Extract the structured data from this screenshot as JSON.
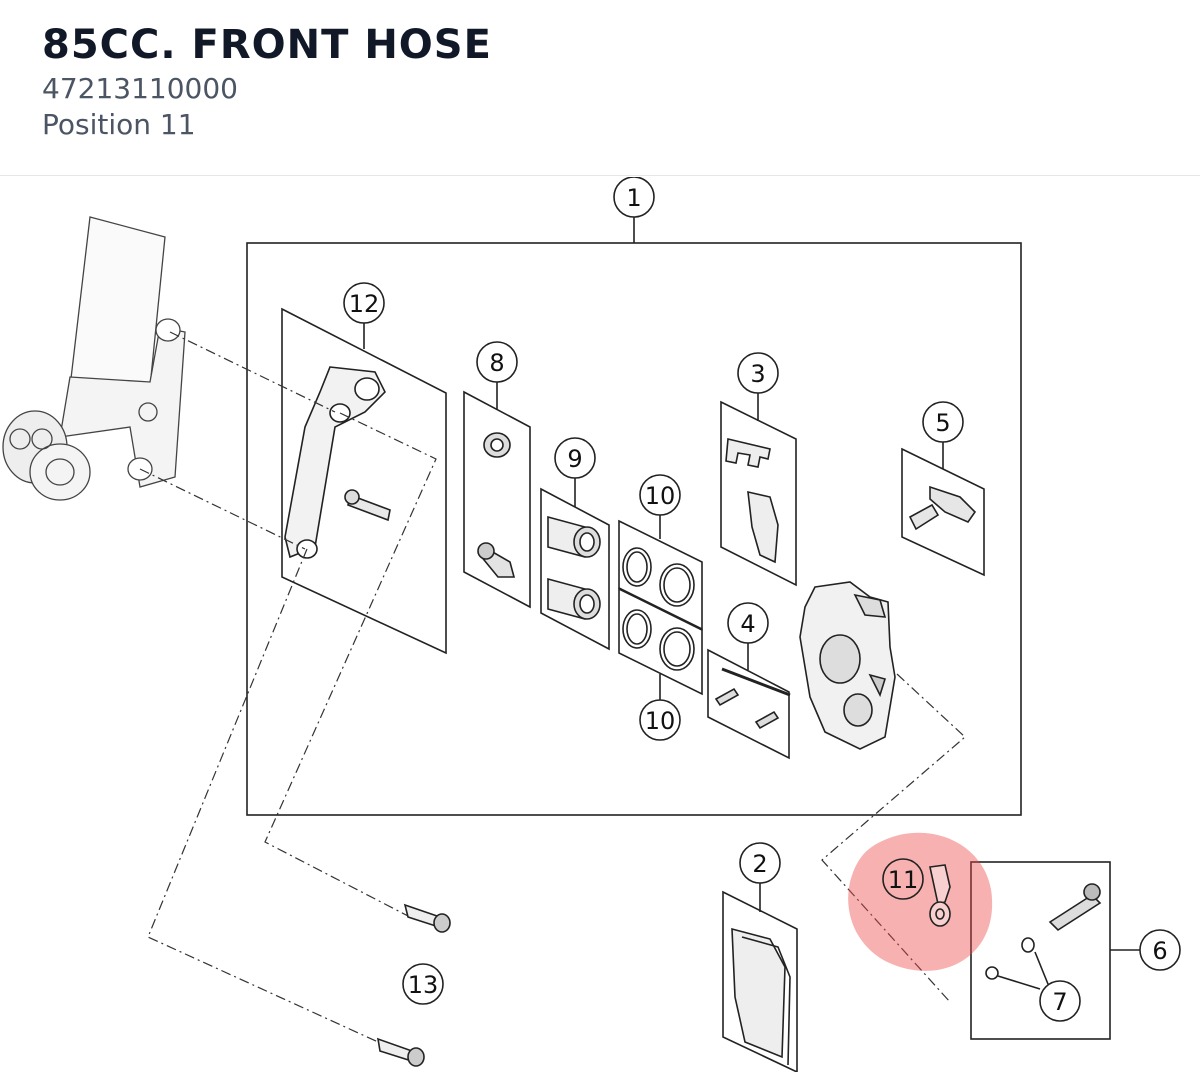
{
  "header": {
    "title": "85CC. FRONT HOSE",
    "part_number": "47213110000",
    "position_label": "Position 11"
  },
  "diagram": {
    "highlight_color": "#ef4444",
    "callouts": [
      {
        "key": "c1",
        "label": "1"
      },
      {
        "key": "c12",
        "label": "12"
      },
      {
        "key": "c8",
        "label": "8"
      },
      {
        "key": "c3",
        "label": "3"
      },
      {
        "key": "c5",
        "label": "5"
      },
      {
        "key": "c9",
        "label": "9"
      },
      {
        "key": "c10a",
        "label": "10"
      },
      {
        "key": "c4",
        "label": "4"
      },
      {
        "key": "c10b",
        "label": "10"
      },
      {
        "key": "c2",
        "label": "2"
      },
      {
        "key": "c11",
        "label": "11"
      },
      {
        "key": "c6",
        "label": "6"
      },
      {
        "key": "c7",
        "label": "7"
      },
      {
        "key": "c13",
        "label": "13"
      }
    ]
  }
}
